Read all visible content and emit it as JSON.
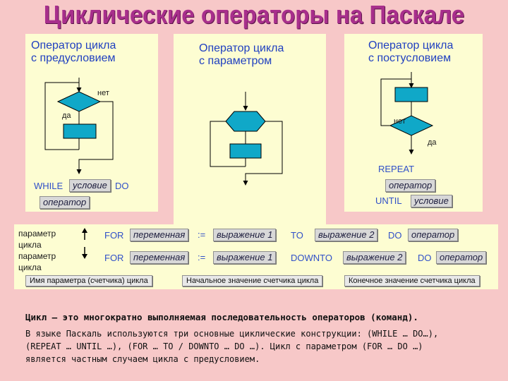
{
  "title": "Циклические операторы на Паскале",
  "panels": {
    "pre": {
      "caption_line1": "Оператор цикла",
      "caption_line2": "с предусловием",
      "label_no": "нет",
      "label_yes": "да",
      "kw_while": "WHILE",
      "cond": "условие",
      "kw_do": "DO",
      "op": "оператор"
    },
    "param": {
      "caption_line1": "Оператор цикла",
      "caption_line2": "с параметром"
    },
    "post": {
      "caption_line1": "Оператор цикла",
      "caption_line2": "с постусловием",
      "label_no": "нет",
      "label_yes": "да",
      "kw_repeat": "REPEAT",
      "op": "оператор",
      "kw_until": "UNTIL",
      "cond": "условие"
    }
  },
  "for_section": {
    "row1_label_a": "параметр",
    "row1_label_b": "цикла",
    "row2_label_a": "параметр",
    "row2_label_b": "цикла",
    "kw_for": "FOR",
    "var": "переменная",
    "assign": ":=",
    "expr1": "выражение 1",
    "kw_to": "TO",
    "kw_downto": "DOWNTO",
    "expr2": "выражение 2",
    "kw_do": "DO",
    "op": "оператор",
    "note_param": "Имя параметра (счетчика) цикла",
    "note_start": "Начальное значение счетчика цикла",
    "note_end": "Конечное значение счетчика цикла"
  },
  "text": {
    "line1": "Цикл – это многократно выполняемая последовательность операторов (команд).",
    "line2": "В языке Паскаль используются три основные циклические конструкции: (WHILE … DO…),",
    "line3": "(REPEAT … UNTIL …), (FOR … TO / DOWNTO … DO …). Цикл с параметром (FOR … DO …)",
    "line4": "является частным случаем цикла с предусловием."
  },
  "colors": {
    "background": "#f7c8c8",
    "panel": "#fdfdd2",
    "title": "#a82f8c",
    "keyword": "#3050c8",
    "flow_shape": "#10a8c8"
  }
}
